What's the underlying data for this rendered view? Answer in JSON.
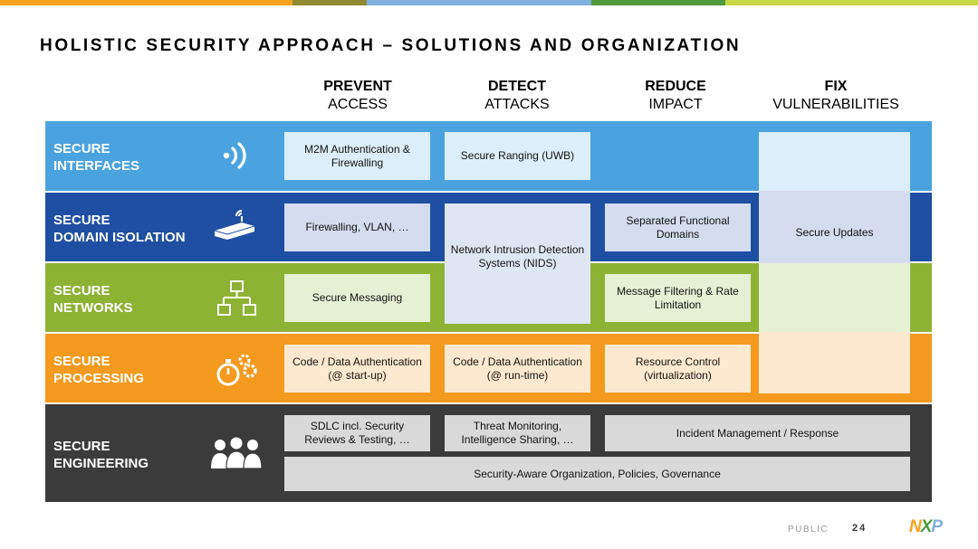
{
  "title": "HOLISTIC SECURITY APPROACH – SOLUTIONS AND ORGANIZATION",
  "columns": [
    {
      "line1": "PREVENT",
      "line2": "ACCESS"
    },
    {
      "line1": "DETECT",
      "line2": "ATTACKS"
    },
    {
      "line1": "REDUCE",
      "line2": "IMPACT"
    },
    {
      "line1": "FIX",
      "line2": "VULNERABILITIES"
    }
  ],
  "rows": [
    {
      "line1": "SECURE",
      "line2": "INTERFACES",
      "icon": "wireless-signal-icon",
      "color": "#4aa3df"
    },
    {
      "line1": "SECURE",
      "line2": "DOMAIN ISOLATION",
      "icon": "router-icon",
      "color": "#1e4fa3"
    },
    {
      "line1": "SECURE",
      "line2": "NETWORKS",
      "icon": "network-topology-icon",
      "color": "#8db334"
    },
    {
      "line1": "SECURE",
      "line2": "PROCESSING",
      "icon": "stopwatch-gears-icon",
      "color": "#f39a1f"
    },
    {
      "line1": "SECURE",
      "line2": "ENGINEERING",
      "icon": "team-people-icon",
      "color": "#3b3b3b"
    }
  ],
  "cells": {
    "m2m": "M2M Authentication & Firewalling",
    "ranging": "Secure Ranging (UWB)",
    "firewalling": "Firewalling, VLAN, …",
    "nids": "Network Intrusion Detection Systems (NIDS)",
    "separated": "Separated Functional Domains",
    "updates": "Secure Updates",
    "messaging": "Secure Messaging",
    "filtering": "Message Filtering & Rate Limitation",
    "auth_startup": "Code / Data Authentication (@ start-up)",
    "auth_runtime": "Code / Data Authentication (@ run-time)",
    "resource": "Resource Control (virtualization)",
    "sdlc": "SDLC incl. Security Reviews & Testing, …",
    "threat": "Threat Monitoring, Intelligence Sharing, …",
    "incident": "Incident Management / Response",
    "organization": "Security-Aware Organization, Policies, Governance"
  },
  "footer": {
    "classification": "PUBLIC",
    "page": "24",
    "logo": "NXP"
  },
  "colors": {
    "brand_orange": "#f7a21b",
    "brand_olive": "#8f8a32",
    "brand_blue": "#7fb1dc",
    "brand_green": "#4f9a3b",
    "brand_lime": "#c9d845"
  }
}
